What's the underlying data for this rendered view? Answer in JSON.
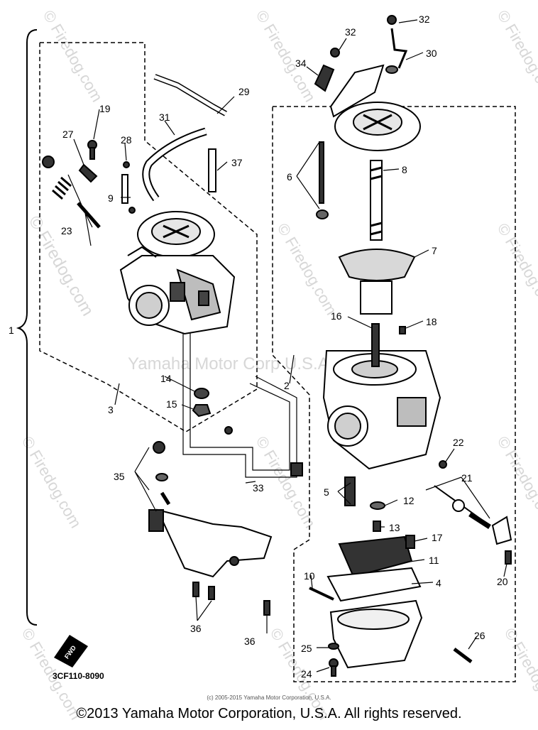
{
  "watermark": {
    "brand": "© Firedog.com",
    "center_text": "Yamaha Motor Corp U.S.A."
  },
  "callouts": {
    "c1": "1",
    "c2": "2",
    "c3": "3",
    "c4": "4",
    "c5": "5",
    "c6": "6",
    "c7": "7",
    "c8": "8",
    "c9": "9",
    "c10": "10",
    "c11": "11",
    "c12": "12",
    "c13": "13",
    "c14": "14",
    "c15": "15",
    "c16": "16",
    "c17": "17",
    "c18": "18",
    "c19": "19",
    "c20": "20",
    "c21": "21",
    "c22": "22",
    "c23": "23",
    "c24": "24",
    "c25": "25",
    "c26": "26",
    "c27": "27",
    "c28": "28",
    "c29": "29",
    "c30": "30",
    "c31": "31",
    "c32": "32",
    "c33": "33",
    "c34": "34",
    "c35": "35",
    "c36a": "36",
    "c36b": "36",
    "c37": "37"
  },
  "diagram_code": "3CF110-8090",
  "fwd_label": "FWD",
  "fineprint": "(c) 2005-2015 Yamaha Motor Corporation, U.S.A.",
  "copyright": "©2013 Yamaha Motor Corporation, U.S.A. All rights reserved."
}
